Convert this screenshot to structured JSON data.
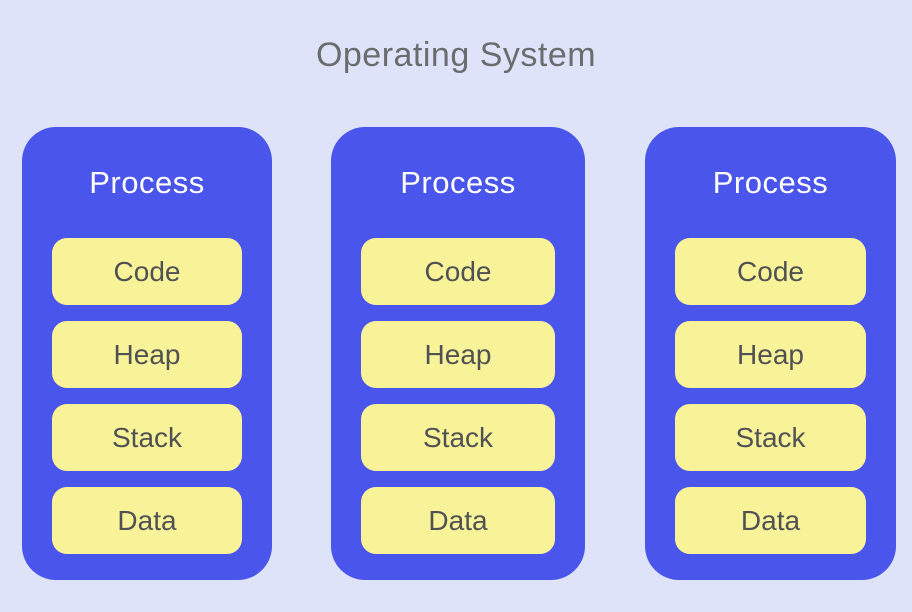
{
  "page": {
    "title": "Operating System"
  },
  "colors": {
    "background": "#dfe3fa",
    "card": "#4a55ec",
    "segment": "#f8f399",
    "title_text": "#6b6c6e",
    "card_title_text": "#ffffff",
    "segment_text": "#505153"
  },
  "processes": [
    {
      "label": "Process",
      "segments": [
        "Code",
        "Heap",
        "Stack",
        "Data"
      ]
    },
    {
      "label": "Process",
      "segments": [
        "Code",
        "Heap",
        "Stack",
        "Data"
      ]
    },
    {
      "label": "Process",
      "segments": [
        "Code",
        "Heap",
        "Stack",
        "Data"
      ]
    }
  ]
}
